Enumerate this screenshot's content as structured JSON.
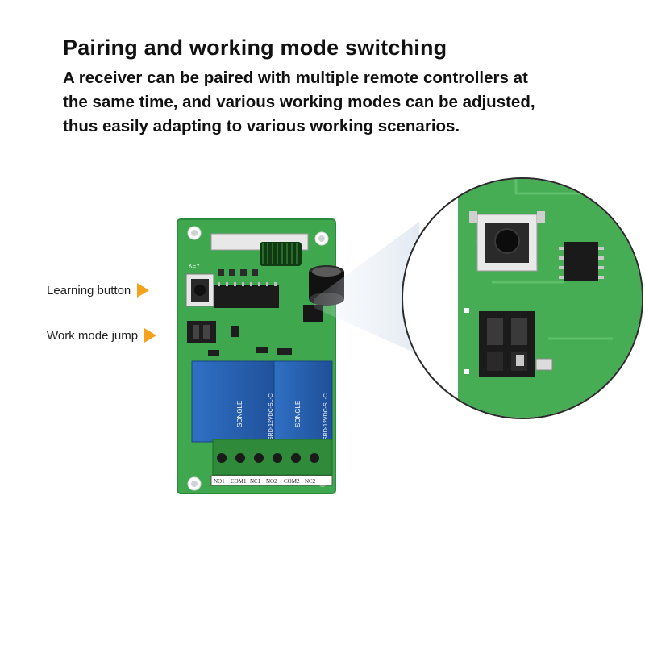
{
  "headline": "Pairing and working mode switching",
  "description_lines": [
    "A receiver can be paired with multiple remote controllers at",
    "the same time, and various working modes can be adjusted,",
    "thus easily adapting to various working scenarios."
  ],
  "callouts": {
    "learning_button": "Learning button",
    "work_mode_jump": "Work mode jump"
  },
  "board": {
    "terminal_labels": [
      "NO1",
      "COM1",
      "NC1",
      "NO2",
      "COM2",
      "NC2"
    ],
    "relay_brand": "SONGLE",
    "relay_model": "SRD-12VDC-SL-C",
    "key_label": "KEY"
  },
  "colors": {
    "pcb_green": "#3fa84e",
    "relay_blue": "#2a62b5",
    "arrow_orange": "#f4a21c",
    "terminal_green": "#2f8a3a"
  }
}
